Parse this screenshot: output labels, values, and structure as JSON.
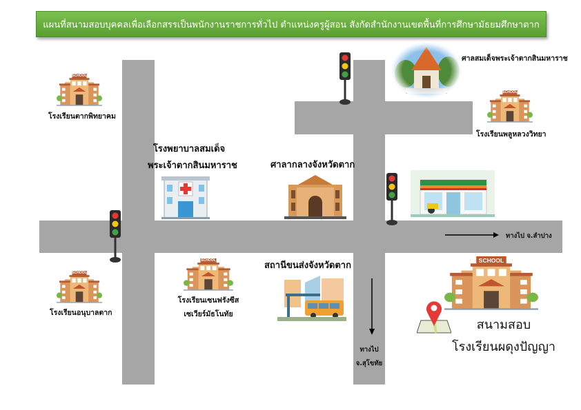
{
  "title": "แผนที่สนามสอบบุคคลเพื่อเลือกสรรเป็นพนักงานราชการทั่วไป ตำแหน่งครูผู้สอน สังกัดสำนักงานเขตพื้นที่การศึกษามัธยมศึกษาตาก",
  "places": {
    "school_tak_pittayakom": "โรงเรียนตากพิทยาคม",
    "hospital_line1": "โรงพยาบาลสมเด็จ",
    "hospital_line2": "พระเจ้าตากสินมหาราช",
    "city_hall": "ศาลากลางจังหวัดตาก",
    "shrine": "ศาลสมเด็จพระเจ้าตากสินมหาราช",
    "school_phlu_luang": "โรงเรียนพลูหลวงวิทยา",
    "school_anuban": "โรงเรียนอนุบาลตาก",
    "school_st_francis_line1": "โรงเรียนเซนฟรังซีส",
    "school_st_francis_line2": "เซเวียร์มัธโนทัย",
    "bus_station": "สถานีขนส่งจังหวัดตาก",
    "exam_line1": "สนามสอบ",
    "exam_line2": "โรงเรียนผดุงปัญญา",
    "school_sign": "SCHOOL"
  },
  "directions": {
    "lampang": "ทางไป จ.ลำปาง",
    "sukhothai_line1": "ทางไป",
    "sukhothai_line2": "จ.สุโขทัย"
  }
}
